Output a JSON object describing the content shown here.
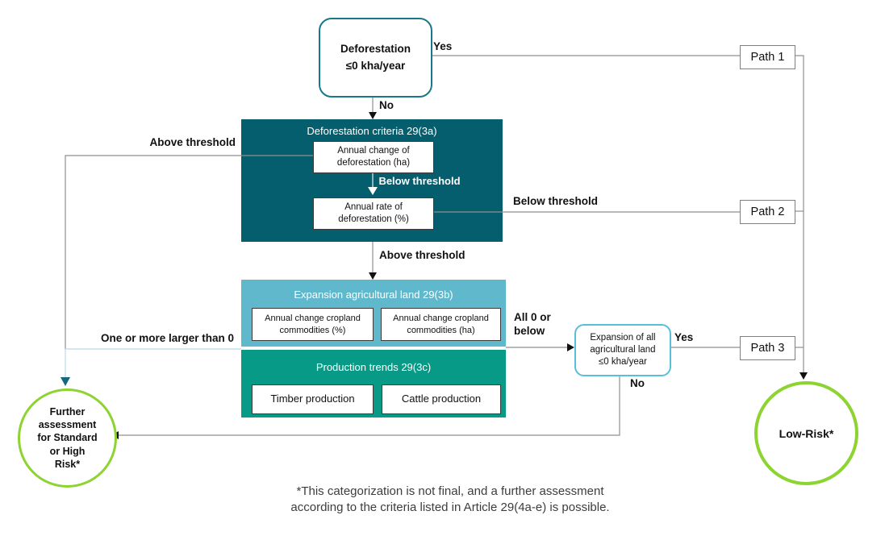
{
  "nodes": {
    "deforestation_decision": "Deforestation\n≤0 kha/year",
    "deforestation_criteria": {
      "title": "Deforestation criteria 29(3a)",
      "annual_change": "Annual change of\ndeforestation (ha)",
      "annual_rate": "Annual rate of\ndeforestation (%)"
    },
    "expansion_agricultural": {
      "title": "Expansion agricultural land 29(3b)",
      "cropland_percent": "Annual change cropland\ncommodities (%)",
      "cropland_ha": "Annual change cropland\ncommodities (ha)"
    },
    "production_trends": {
      "title": "Production trends 29(3c)",
      "timber": "Timber production",
      "cattle": "Cattle production"
    },
    "expansion_all_decision": "Expansion of all\nagricultural land\n≤0 kha/year"
  },
  "edge_labels": {
    "yes_top": "Yes",
    "no_top": "No",
    "above_threshold_left": "Above  threshold",
    "below_threshold_inner": "Below threshold",
    "below_threshold_right": "Below threshold",
    "above_threshold_down": "Above threshold",
    "one_or_more_larger": "One or more larger than 0",
    "all_zero_or_below": "All 0 or\nbelow",
    "yes_right": "Yes",
    "no_right": "No"
  },
  "paths": [
    {
      "label": "Path 1"
    },
    {
      "label": "Path 2"
    },
    {
      "label": "Path 3"
    }
  ],
  "terminals": {
    "low_risk": "Low-Risk*",
    "further_assessment": "Further\nassessment\nfor Standard\nor High\nRisk*"
  },
  "footnote": "*This categorization is not final, and a further assessment\naccording to the criteria listed in Article 29(4a-e) is possible.",
  "colors": {
    "dark_teal": "#045e6e",
    "teal_border": "#1b7689",
    "light_blue": "#5fb8cc",
    "light_blue_border": "#58bfdb",
    "green": "#079a86",
    "circle_green": "#8dd331",
    "connector_gray": "#8f8f8f",
    "pale_blue_connector": "#c9dde8",
    "teal_arrowhead": "#14697c"
  }
}
